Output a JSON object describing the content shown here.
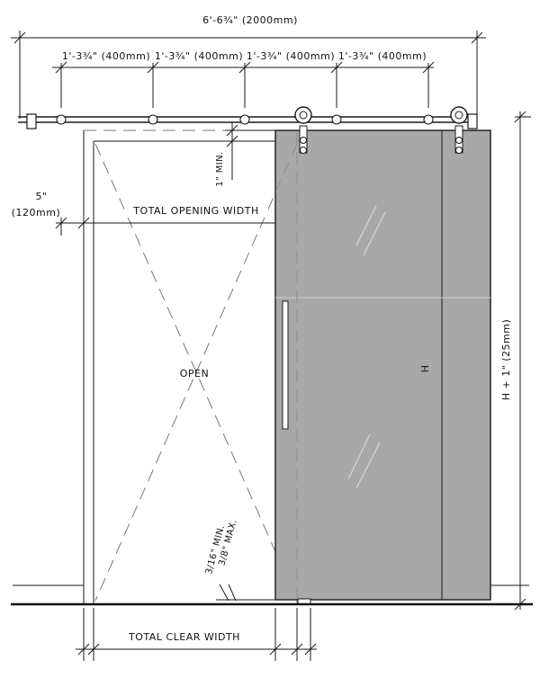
{
  "dimensions": {
    "overall_rail": "6'-6¾\" (2000mm)",
    "spacing_1": "1'-3¾\" (400mm)",
    "spacing_2": "1'-3¾\" (400mm)",
    "spacing_3": "1'-3¾\" (400mm)",
    "spacing_4": "1'-3¾\" (400mm)",
    "offset_in": "5\"",
    "offset_mm": "(120mm)",
    "total_opening_width": "TOTAL OPENING WIDTH",
    "min_clearance": "1\" MIN.",
    "door_height": "H",
    "overall_height": "H + 1\" (25mm)",
    "floor_gap_min": "3/16\" MIN.",
    "floor_gap_max": "3/8\" MAX.",
    "total_clear_width": "TOTAL CLEAR WIDTH"
  },
  "labels": {
    "open": "OPEN"
  },
  "colors": {
    "door_panel": "#a8a8a8",
    "line": "#1a1a1a",
    "hidden_line": "#777777"
  }
}
